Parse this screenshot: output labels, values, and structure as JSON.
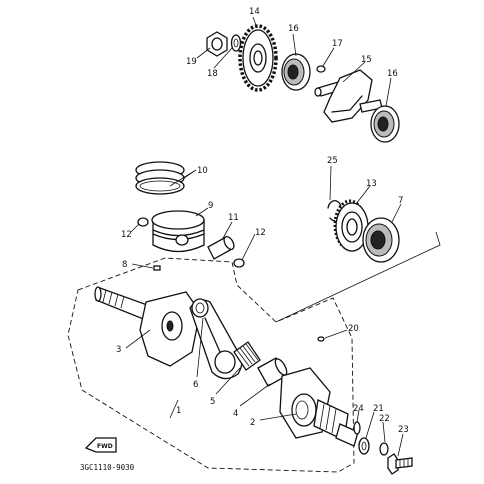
{
  "diagram": {
    "callouts": {
      "c1": "1",
      "c2": "2",
      "c3": "3",
      "c4": "4",
      "c5": "5",
      "c6": "6",
      "c7": "7",
      "c8": "8",
      "c9": "9",
      "c10": "10",
      "c11": "11",
      "c12a": "12",
      "c12b": "12",
      "c13": "13",
      "c14": "14",
      "c15": "15",
      "c16a": "16",
      "c16b": "16",
      "c17": "17",
      "c18": "18",
      "c19": "19",
      "c20": "20",
      "c21": "21",
      "c22": "22",
      "c23": "23",
      "c24": "24",
      "c25": "25"
    },
    "part_code": "3GC1110-9030",
    "fwd_label": "FWD"
  }
}
